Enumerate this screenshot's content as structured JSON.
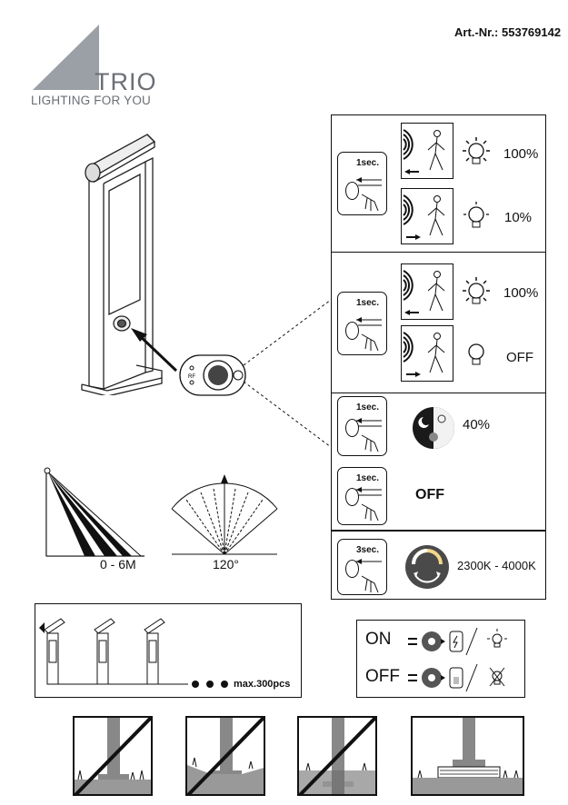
{
  "header": {
    "article_number": "Art.-Nr.: 553769142",
    "brand": "TRIO",
    "tagline": "LIGHTING FOR YOU"
  },
  "modes": [
    {
      "duration": "1sec.",
      "levels": [
        {
          "value": "100%"
        },
        {
          "value": "10%"
        }
      ]
    },
    {
      "duration": "1sec.",
      "levels": [
        {
          "value": "100%"
        },
        {
          "value": "OFF"
        }
      ]
    },
    {
      "duration": "1sec.",
      "levels": [
        {
          "value": "40%"
        }
      ]
    },
    {
      "duration": "1sec.",
      "levels": [
        {
          "value": "OFF"
        }
      ]
    },
    {
      "duration": "3sec.",
      "levels": [
        {
          "value": "2300K - 4000K"
        }
      ]
    }
  ],
  "detection": {
    "range_label": "0 - 6M",
    "angle_label": "120°"
  },
  "chain": {
    "max_label": "max.300pcs"
  },
  "legend": {
    "on_label": "ON",
    "off_label": "OFF"
  },
  "icons": {
    "bulb_on": "bulb-on-icon",
    "bulb_off": "bulb-off-icon",
    "motion": "motion-sensor-icon",
    "press": "finger-press-icon",
    "solar": "solar-panel-icon",
    "battery": "battery-charging-icon",
    "day_night": "day-night-icon",
    "color_temp": "color-temperature-icon"
  }
}
